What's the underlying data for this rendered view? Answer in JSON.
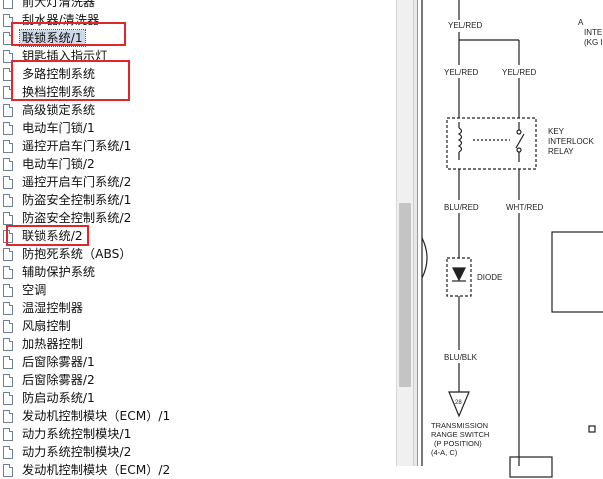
{
  "tree": {
    "items": [
      {
        "label": "前大灯清洗器"
      },
      {
        "label": "刮水器/清洗器"
      },
      {
        "label": "联锁系统/1",
        "selected": true
      },
      {
        "label": "钥匙插入指示灯"
      },
      {
        "label": "多路控制系统"
      },
      {
        "label": "换档控制系统"
      },
      {
        "label": "高级锁定系统"
      },
      {
        "label": "电动车门锁/1"
      },
      {
        "label": "遥控开启车门系统/1"
      },
      {
        "label": "电动车门锁/2"
      },
      {
        "label": "遥控开启车门系统/2"
      },
      {
        "label": "防盗安全控制系统/1"
      },
      {
        "label": "防盗安全控制系统/2"
      },
      {
        "label": "联锁系统/2"
      },
      {
        "label": "防抱死系统（ABS）"
      },
      {
        "label": "辅助保护系统"
      },
      {
        "label": "空调"
      },
      {
        "label": "温湿控制器"
      },
      {
        "label": "风扇控制"
      },
      {
        "label": "加热器控制"
      },
      {
        "label": "后窗除雾器/1"
      },
      {
        "label": "后窗除雾器/2"
      },
      {
        "label": "防启动系统/1"
      },
      {
        "label": "发动机控制模块（ECM）/1"
      },
      {
        "label": "动力系统控制模块/1"
      },
      {
        "label": "动力系统控制模块/2"
      },
      {
        "label": "发动机控制模块（ECM）/2"
      }
    ]
  },
  "diagram": {
    "wire_yel_red_top": "YEL/RED",
    "wire_yel_red_left": "YEL/RED",
    "wire_yel_red_right": "YEL/RED",
    "relay_label_1": "KEY",
    "relay_label_2": "INTERLOCK",
    "relay_label_3": "RELAY",
    "wire_blu_red": "BLU/RED",
    "wire_wht_red": "WHT/RED",
    "diode_label": "DIODE",
    "wire_blu_blk": "BLU/BLK",
    "connector_num": "28",
    "switch_label_1": "TRANSMISSION",
    "switch_label_2": "RANGE SWITCH",
    "switch_label_3": "(P POSITION)",
    "switch_label_4": "(4-A, C)",
    "side_label_1": "A",
    "side_label_2": "INTE",
    "side_label_3": "(KG I"
  },
  "colors": {
    "highlight": "#e1262c",
    "selection": "#cfd9ea"
  }
}
